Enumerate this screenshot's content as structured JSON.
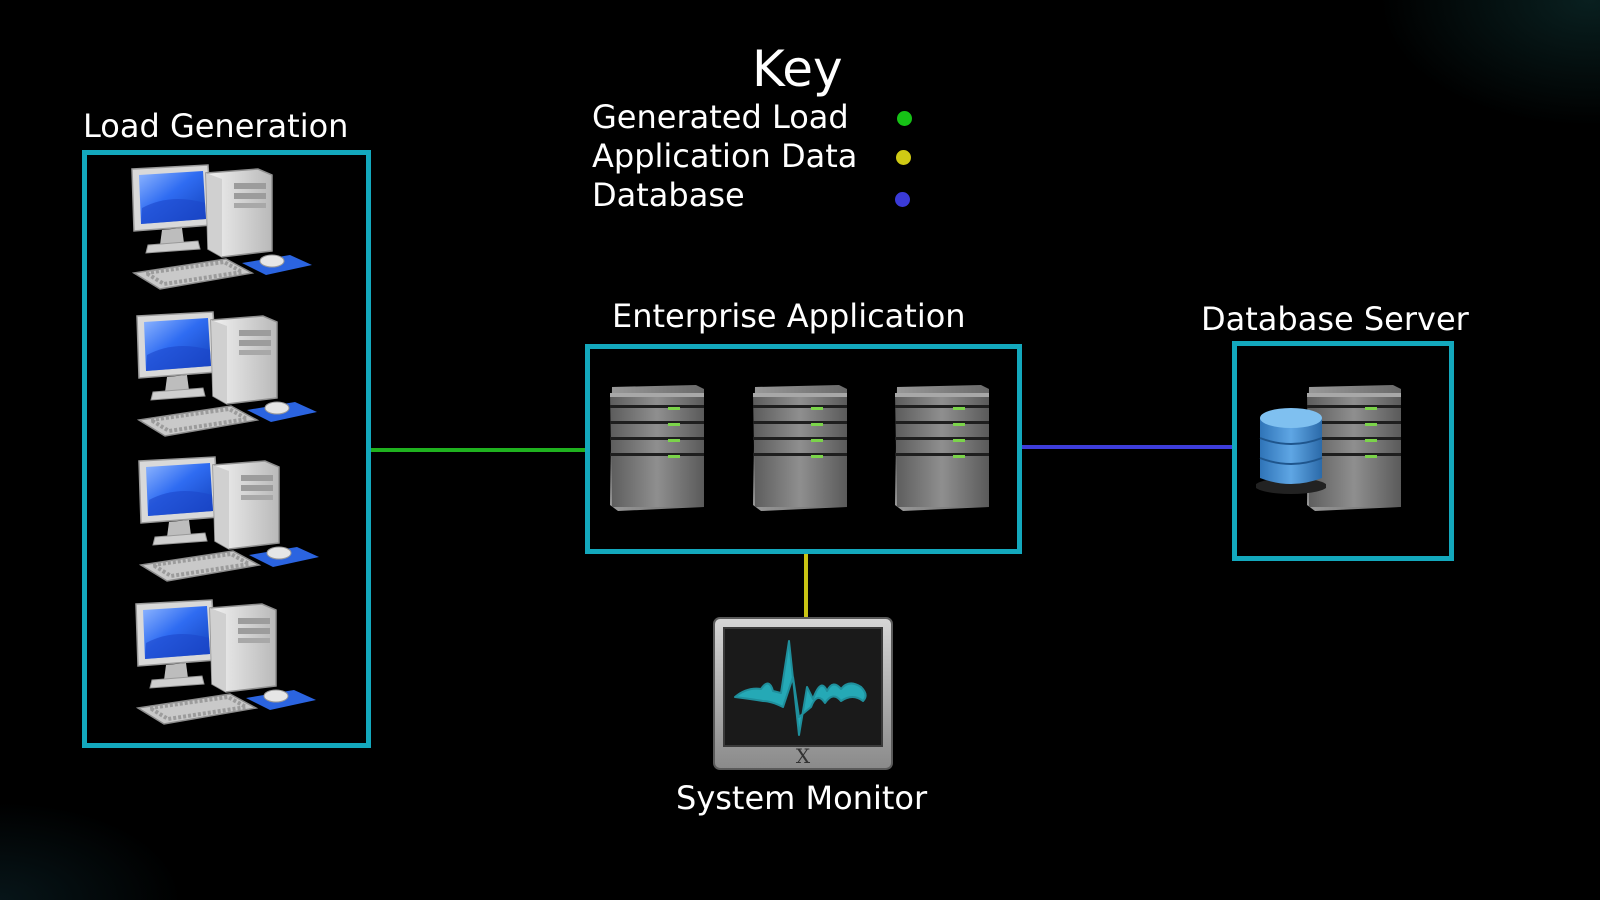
{
  "key": {
    "title": "Key",
    "items": [
      {
        "label": "Generated Load",
        "color": "#16c216"
      },
      {
        "label": "Application Data",
        "color": "#cfca14"
      },
      {
        "label": "Database",
        "color": "#3a3ad8"
      }
    ]
  },
  "groups": {
    "load_generation": {
      "label": "Load Generation",
      "icons": [
        "desktop-computer-icon",
        "desktop-computer-icon",
        "desktop-computer-icon",
        "desktop-computer-icon"
      ]
    },
    "enterprise_application": {
      "label": "Enterprise Application",
      "icons": [
        "server-icon",
        "server-icon",
        "server-icon"
      ]
    },
    "database_server": {
      "label": "Database Server",
      "icons": [
        "database-icon",
        "server-icon"
      ]
    },
    "system_monitor": {
      "label": "System Monitor",
      "icon": "heartbeat-monitor-icon"
    }
  },
  "connections": [
    {
      "from": "Load Generation",
      "to": "Enterprise Application",
      "type": "Generated Load"
    },
    {
      "from": "Enterprise Application",
      "to": "Database Server",
      "type": "Database"
    },
    {
      "from": "Enterprise Application",
      "to": "System Monitor",
      "type": "Application Data"
    }
  ],
  "colors": {
    "box_border": "#13a8bd",
    "background": "#000000"
  }
}
